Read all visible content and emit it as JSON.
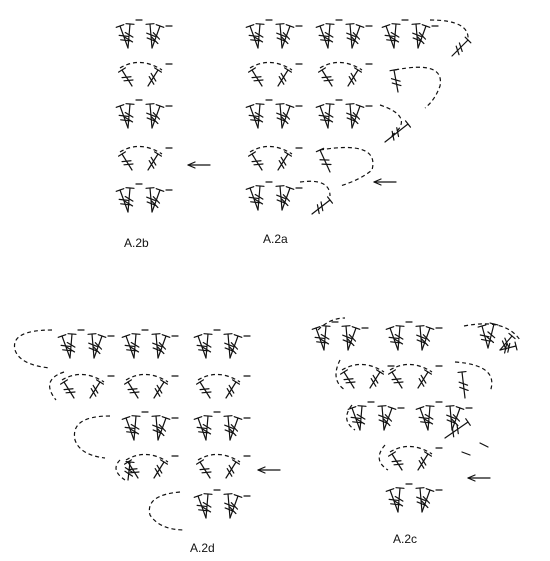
{
  "diagrams": [
    {
      "id": "a2b",
      "label": "A.2b"
    },
    {
      "id": "a2a",
      "label": "A.2a"
    },
    {
      "id": "a2d",
      "label": "A.2d"
    },
    {
      "id": "a2c",
      "label": "A.2c"
    }
  ],
  "ink_color": "#111111",
  "background_color": "#ffffff",
  "symbols": [
    "treble-crochet",
    "chain-stitch",
    "slip-stitch",
    "start-arrow"
  ]
}
